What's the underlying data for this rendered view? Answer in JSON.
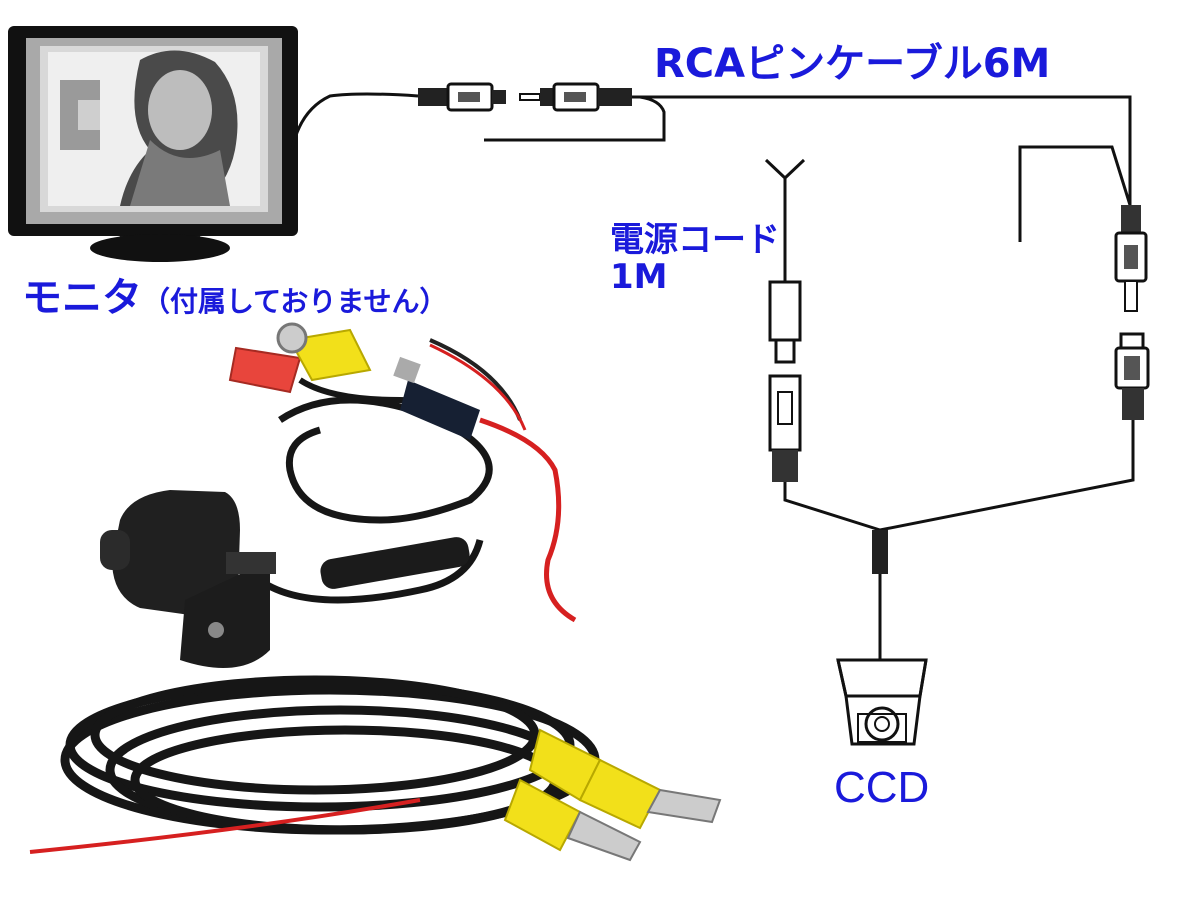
{
  "labels": {
    "rca_cable": "RCAピンケーブル6M",
    "power_cord_name": "電源コード",
    "power_cord_length": "1M",
    "camera": "CCD",
    "monitor": "モニタ",
    "monitor_note": "（付属しておりません）"
  },
  "colors": {
    "label_text": "#1a1adb",
    "line": "#111111",
    "yellow_plug": "#f2e01a",
    "red_plug": "#e8453c",
    "red_wire": "#d62020",
    "cable_black": "#161616"
  },
  "icons": [
    "monitor-icon",
    "rca-connector-icon",
    "dc-plug-icon",
    "ccd-camera-icon"
  ]
}
